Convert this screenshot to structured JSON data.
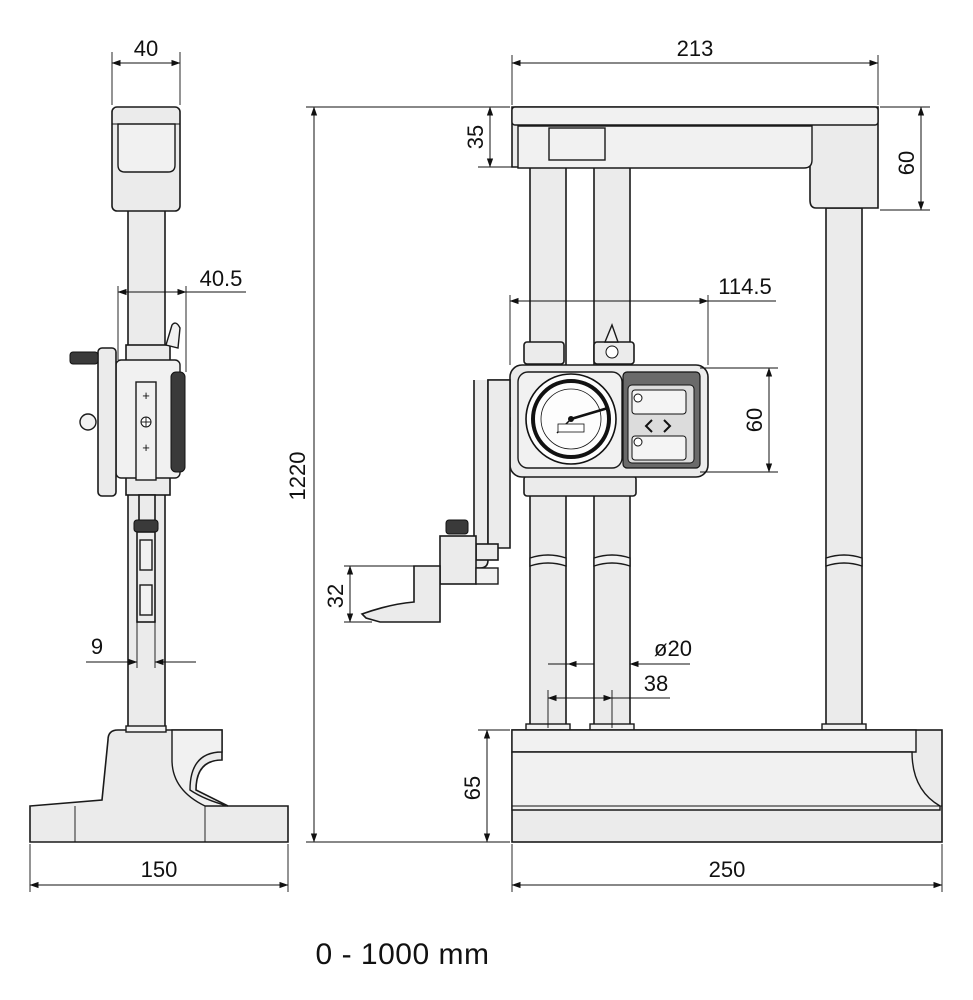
{
  "dimensions": {
    "side_top_width": "40",
    "side_slider_width": "40.5",
    "side_scriber_width": "9",
    "side_base_width": "150",
    "front_top_width": "213",
    "front_top_bar_height": "35",
    "front_top_block_height": "60",
    "total_height": "1220",
    "dial_offset": "114.5",
    "dial_housing_height": "60",
    "scriber_height": "32",
    "column_diameter": "ø20",
    "column_spacing": "38",
    "base_height": "65",
    "front_base_width": "250"
  },
  "caption": "0 - 1000 mm"
}
